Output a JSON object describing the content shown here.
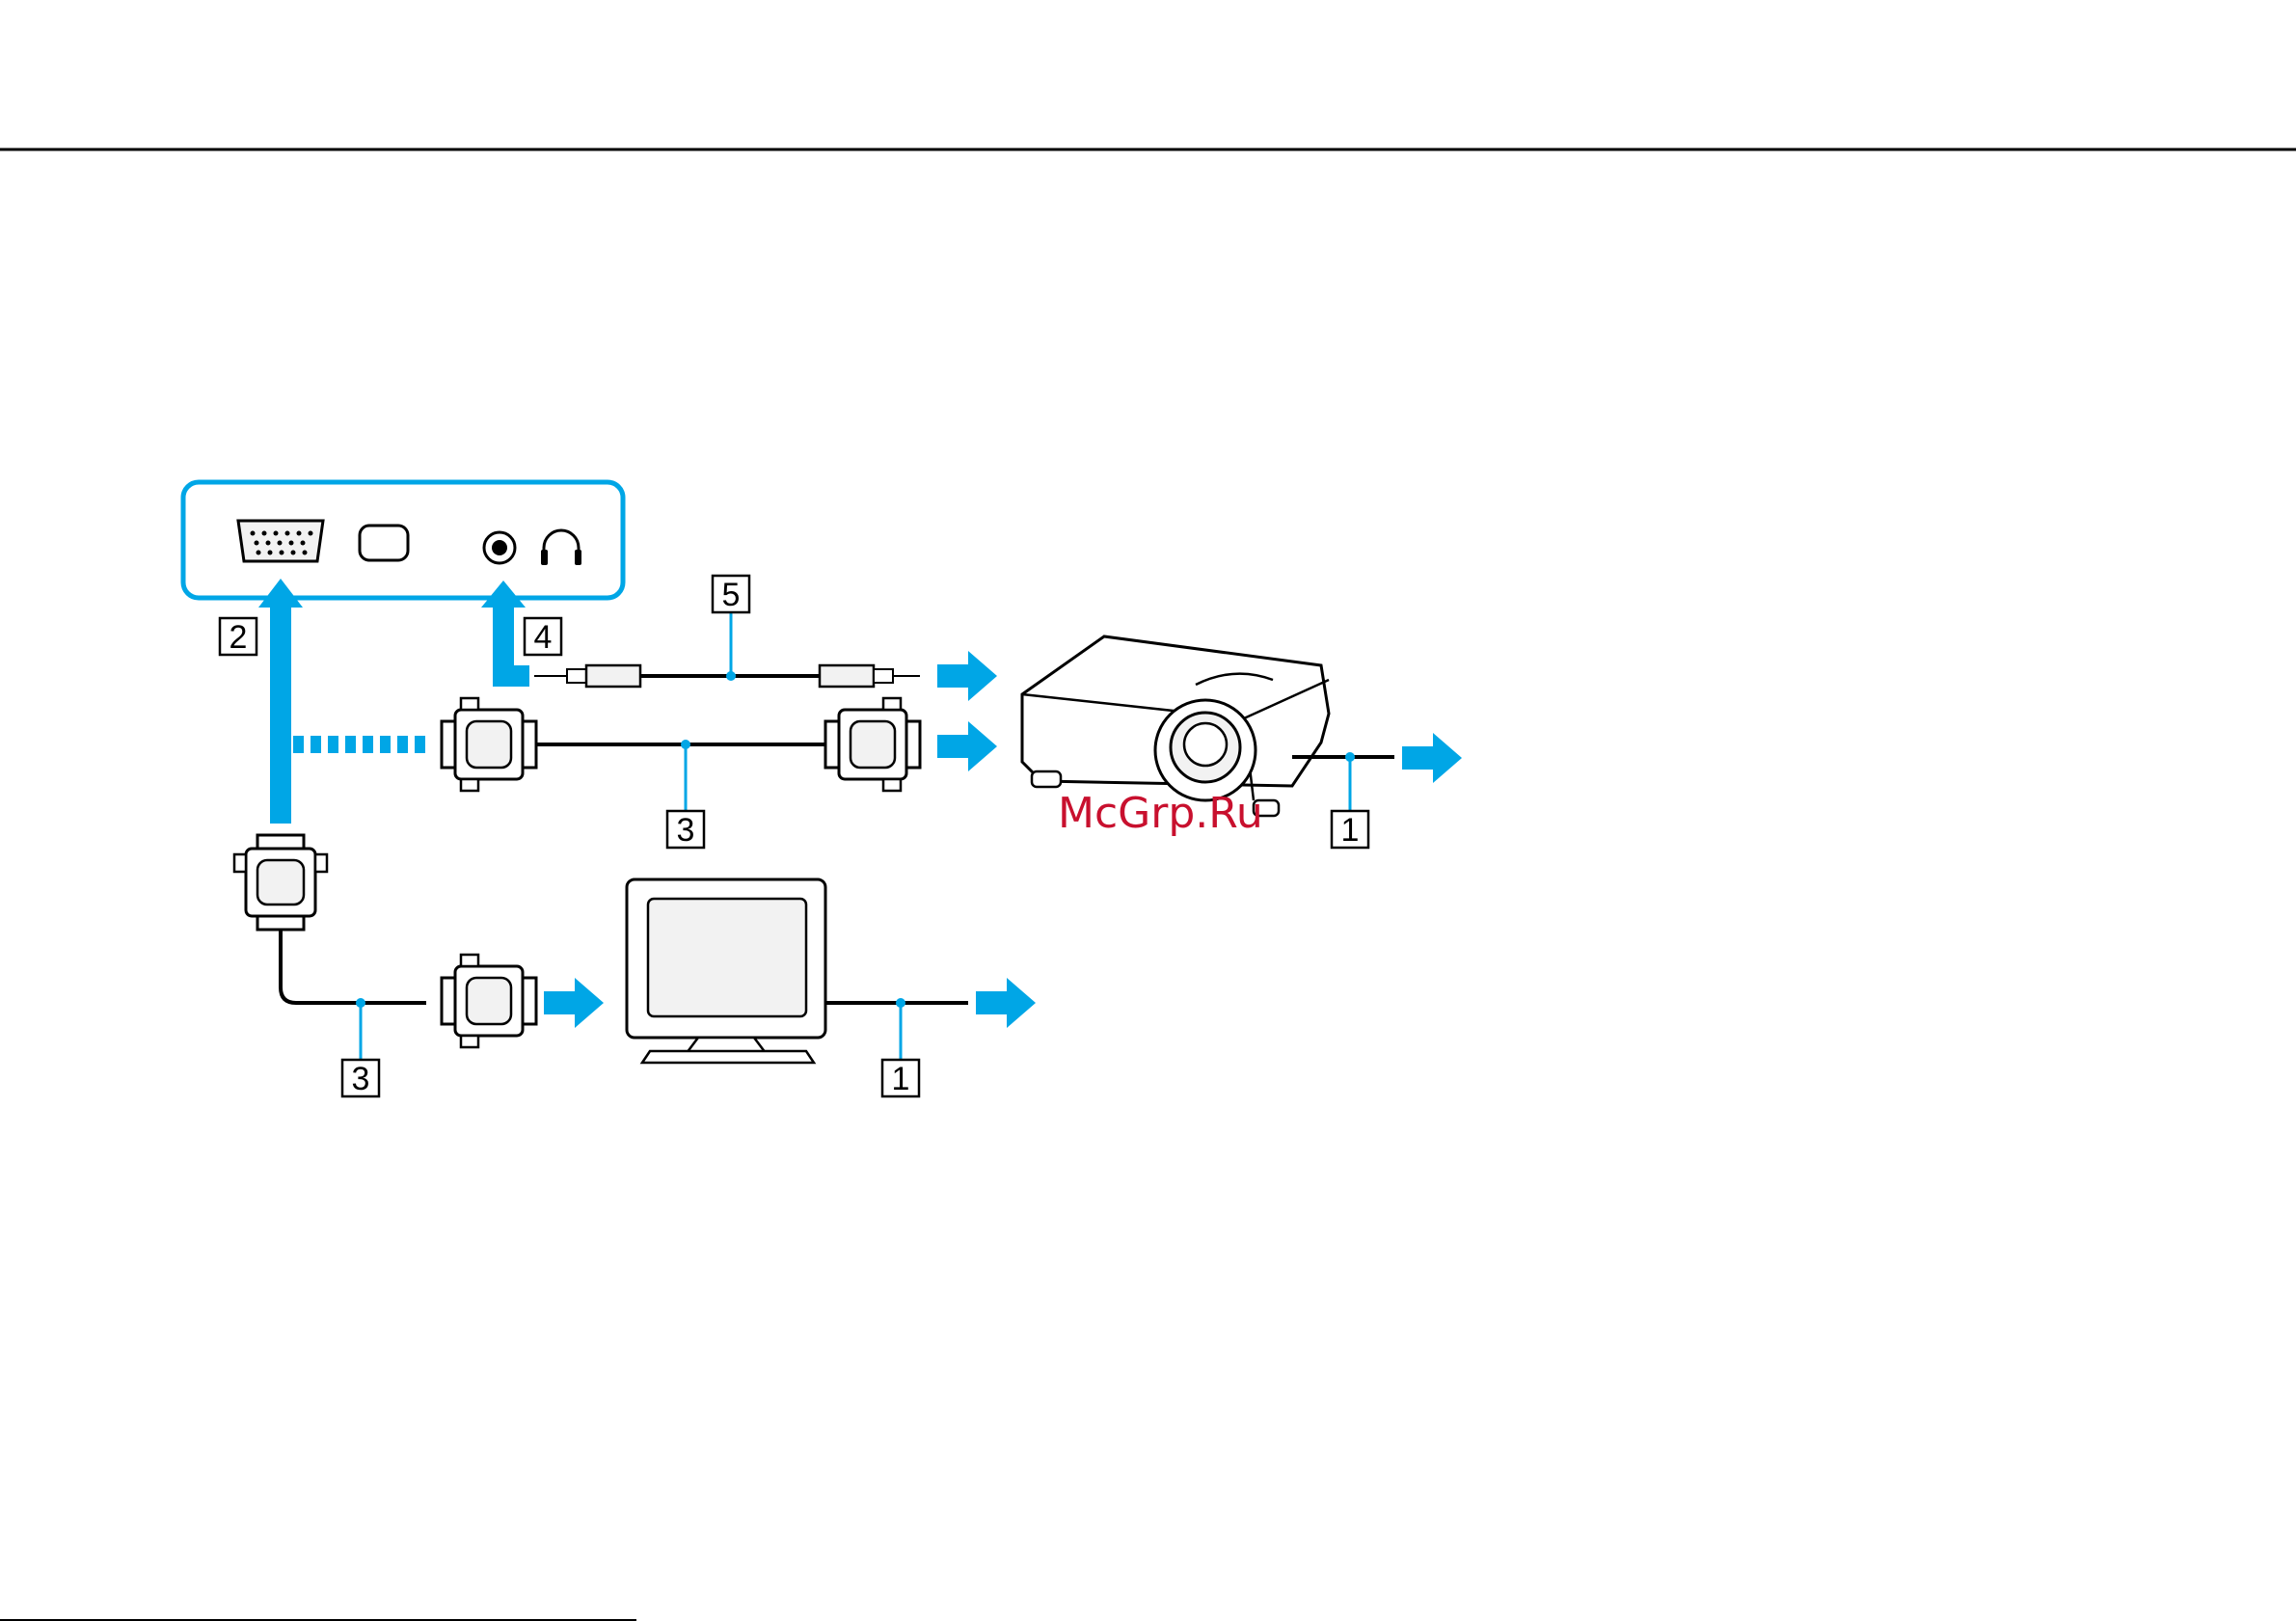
{
  "diagram": {
    "callouts": {
      "c1_projector": "1",
      "c1_monitor": "1",
      "c2": "2",
      "c3_projector": "3",
      "c3_monitor": "3",
      "c4": "4",
      "c5": "5"
    },
    "watermark": "McGrp.Ru"
  },
  "colors": {
    "accent": "#00a6e6",
    "line": "#000000",
    "fill_light": "#f2f2f2",
    "watermark": "#c8102e"
  },
  "icons": [
    "vga-port-icon",
    "display-port-icon",
    "audio-jack-icon",
    "headphones-icon",
    "projector-icon",
    "monitor-icon",
    "vga-connector-icon",
    "audio-plug-icon",
    "arrow-right-icon"
  ]
}
